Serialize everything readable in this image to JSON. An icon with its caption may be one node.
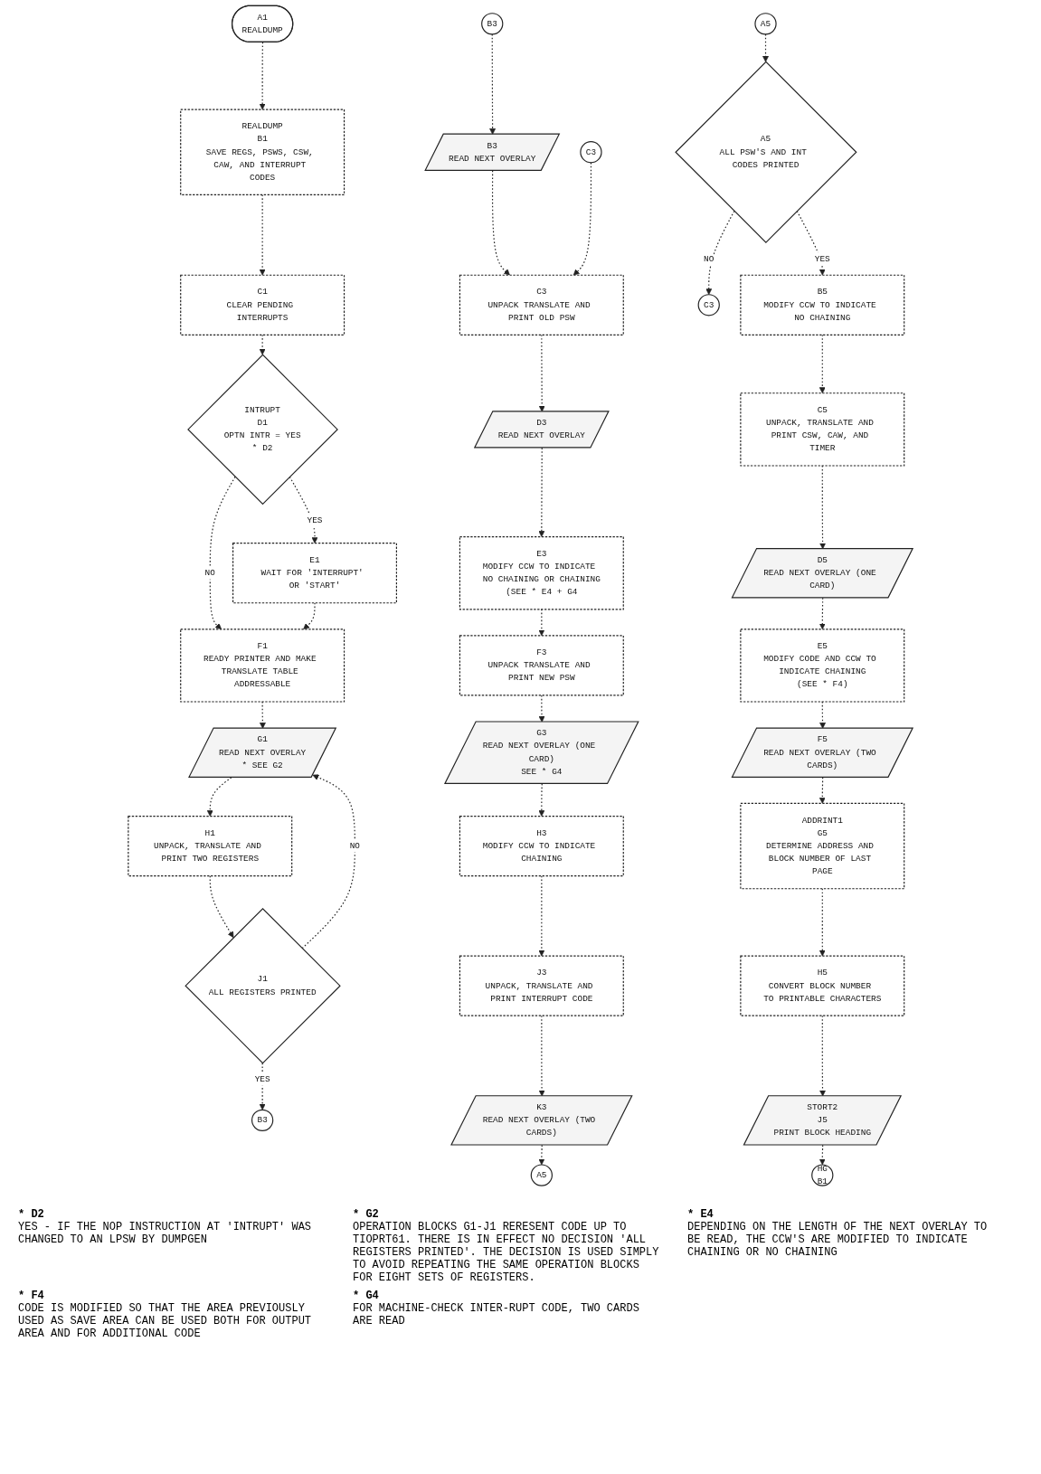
{
  "diagram": {
    "nodes": [
      {
        "text": [
          "A1",
          "REALDUMP"
        ]
      },
      {
        "text": [
          "REALDUMP",
          "B1",
          "SAVE REGS, PSWS, CSW, CAW, AND INTERRUPT CODES"
        ]
      },
      {
        "text": [
          "C1",
          "CLEAR PENDING INTERRUPTS"
        ]
      },
      {
        "text": [
          "INTRUPT",
          "D1",
          "OPTN INTR = YES",
          "* D2"
        ]
      },
      {
        "text": [
          "E1",
          "WAIT FOR 'INTERRUPT' OR 'START'"
        ]
      },
      {
        "text": [
          "F1",
          "READY PRINTER AND MAKE TRANSLATE TABLE ADDRESSABLE"
        ]
      },
      {
        "text": [
          "G1",
          "READ NEXT OVERLAY",
          "* SEE G2"
        ]
      },
      {
        "text": [
          "H1",
          "UNPACK, TRANSLATE AND PRINT TWO REGISTERS"
        ]
      },
      {
        "text": [
          "J1",
          "ALL REGISTERS PRINTED"
        ]
      },
      {
        "text": [
          "B3"
        ]
      },
      {
        "text": [
          "B3"
        ]
      },
      {
        "text": [
          "B3",
          "READ NEXT OVERLAY"
        ]
      },
      {
        "text": [
          "C3"
        ]
      },
      {
        "text": [
          "C3",
          "UNPACK TRANSLATE AND PRINT OLD PSW"
        ]
      },
      {
        "text": [
          "D3",
          "READ NEXT OVERLAY"
        ]
      },
      {
        "text": [
          "E3",
          "MODIFY CCW TO INDICATE NO CHAINING OR CHAINING",
          "(SEE * E4 + G4"
        ]
      },
      {
        "text": [
          "F3",
          "UNPACK TRANSLATE AND PRINT NEW PSW"
        ]
      },
      {
        "text": [
          "G3",
          "READ NEXT OVERLAY (ONE CARD)",
          "SEE * G4"
        ]
      },
      {
        "text": [
          "H3",
          "MODIFY CCW TO INDICATE CHAINING"
        ]
      },
      {
        "text": [
          "J3",
          "UNPACK, TRANSLATE AND PRINT INTERRUPT CODE"
        ]
      },
      {
        "text": [
          "K3",
          "READ NEXT OVERLAY (TWO CARDS)"
        ]
      },
      {
        "text": [
          "A5"
        ]
      },
      {
        "text": [
          "A5"
        ]
      },
      {
        "text": [
          "A5",
          "ALL PSW'S AND INT CODES PRINTED"
        ]
      },
      {
        "text": [
          "C3"
        ]
      },
      {
        "text": [
          "B5",
          "MODIFY CCW TO INDICATE NO CHAINING"
        ]
      },
      {
        "text": [
          "C5",
          "UNPACK, TRANSLATE AND PRINT CSW, CAW, AND TIMER"
        ]
      },
      {
        "text": [
          "D5",
          "READ NEXT OVERLAY (ONE CARD)"
        ]
      },
      {
        "text": [
          "E5",
          "MODIFY CODE AND CCW TO INDICATE CHAINING",
          "(SEE * F4)"
        ]
      },
      {
        "text": [
          "F5",
          "READ NEXT OVERLAY (TWO CARDS)"
        ]
      },
      {
        "text": [
          "ADDRINT1",
          "G5",
          "DETERMINE ADDRESS AND BLOCK NUMBER OF LAST PAGE"
        ]
      },
      {
        "text": [
          "H5",
          "CONVERT BLOCK NUMBER TO PRINTABLE CHARACTERS"
        ]
      },
      {
        "text": [
          "STORT2",
          "J5",
          "PRINT BLOCK HEADING"
        ]
      },
      {
        "text": [
          "HG",
          "B1"
        ]
      }
    ],
    "edges": [
      {
        "from": 0,
        "to": 1,
        "arrow": "to"
      },
      {
        "from": 1,
        "to": 2,
        "arrow": "to"
      },
      {
        "from": 2,
        "to": 3,
        "arrow": "to"
      },
      {
        "from": 3,
        "to": 4,
        "arrow": "to",
        "label": "YES"
      },
      {
        "from": 3,
        "to": 5,
        "arrow": "to",
        "label": "NO"
      },
      {
        "from": 4,
        "to": 5,
        "arrow": "to"
      },
      {
        "from": 5,
        "to": 6,
        "arrow": "to"
      },
      {
        "from": 6,
        "to": 7,
        "arrow": "to"
      },
      {
        "from": 7,
        "to": 8,
        "arrow": "to"
      },
      {
        "from": 8,
        "to": 6,
        "arrow": "to",
        "label": "NO"
      },
      {
        "from": 8,
        "to": 9,
        "arrow": "to",
        "label": "YES"
      },
      {
        "from": 10,
        "to": 11,
        "arrow": "to"
      },
      {
        "from": 11,
        "to": 13,
        "arrow": "to"
      },
      {
        "from": 12,
        "to": 13,
        "arrow": "to"
      },
      {
        "from": 13,
        "to": 14,
        "arrow": "to"
      },
      {
        "from": 14,
        "to": 15,
        "arrow": "to"
      },
      {
        "from": 15,
        "to": 16,
        "arrow": "to"
      },
      {
        "from": 16,
        "to": 17,
        "arrow": "to"
      },
      {
        "from": 17,
        "to": 18,
        "arrow": "to"
      },
      {
        "from": 18,
        "to": 19,
        "arrow": "to"
      },
      {
        "from": 19,
        "to": 20,
        "arrow": "to"
      },
      {
        "from": 20,
        "to": 21,
        "arrow": "to"
      },
      {
        "from": 22,
        "to": 23,
        "arrow": "to"
      },
      {
        "from": 23,
        "to": 24,
        "arrow": "to",
        "label": "NO"
      },
      {
        "from": 23,
        "to": 25,
        "arrow": "to",
        "label": "YES"
      },
      {
        "from": 25,
        "to": 26,
        "arrow": "to"
      },
      {
        "from": 26,
        "to": 27,
        "arrow": "to"
      },
      {
        "from": 27,
        "to": 28,
        "arrow": "to"
      },
      {
        "from": 28,
        "to": 29,
        "arrow": "to"
      },
      {
        "from": 29,
        "to": 30,
        "arrow": "to"
      },
      {
        "from": 30,
        "to": 31,
        "arrow": "to"
      },
      {
        "from": 31,
        "to": 32,
        "arrow": "to"
      },
      {
        "from": 32,
        "to": 33,
        "arrow": "to"
      }
    ],
    "labels": [
      "* D2",
      "YES - IF THE NOP INSTRUCTION AT 'INTRUPT' WAS CHANGED TO AN LPSW BY DUMPGEN",
      "* G2",
      "OPERATION BLOCKS G1-J1 RERESENT CODE UP TO TIOPRT61. THERE IS IN EFFECT NO DECISION 'ALL REGISTERS PRINTED'. THE DECISION IS USED SIMPLY TO AVOID REPEATING THE SAME OPERATION BLOCKS FOR EIGHT SETS OF REGISTERS.",
      "* E4",
      "DEPENDING ON THE LENGTH OF THE NEXT OVERLAY TO BE READ, THE CCW'S ARE MODIFIED TO INDICATE CHAINING OR NO CHAINING",
      "* F4",
      "CODE IS MODIFIED SO THAT THE AREA PREVIOUSLY USED AS SAVE AREA CAN BE USED BOTH FOR OUTPUT AREA AND FOR ADDITIONAL CODE",
      "* G4",
      "FOR MACHINE-CHECK INTER-RUPT CODE, TWO CARDS ARE READ"
    ]
  }
}
